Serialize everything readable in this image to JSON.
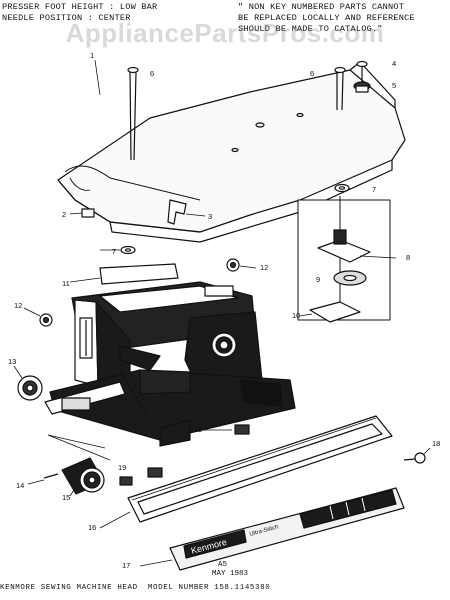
{
  "header": {
    "left_line1": "PRESSER FOOT HEIGHT : LOW BAR",
    "left_line2": "NEEDLE POSITION : CENTER",
    "note_line1": "\" NON KEY NUMBERED PARTS CANNOT",
    "note_line2": "BE REPLACED LOCALLY AND REFERENCE",
    "note_line3": "SHOULD BE MADE TO CATALOG.\""
  },
  "watermark": "AppliancePartsPros.com",
  "callouts": [
    "1",
    "2",
    "3",
    "4",
    "5",
    "6",
    "6",
    "7",
    "7",
    "8",
    "9",
    "10",
    "11",
    "12",
    "12",
    "13",
    "14",
    "15",
    "16",
    "17",
    "18",
    "19",
    "19"
  ],
  "nameplate": {
    "brand": "Kenmore",
    "model_text": "Ultra-Stitch"
  },
  "date_code": "A5",
  "date_text": "MAY 1983",
  "footer": "KENMORE SEWING MACHINE HEAD  MODEL NUMBER 158.1145380"
}
